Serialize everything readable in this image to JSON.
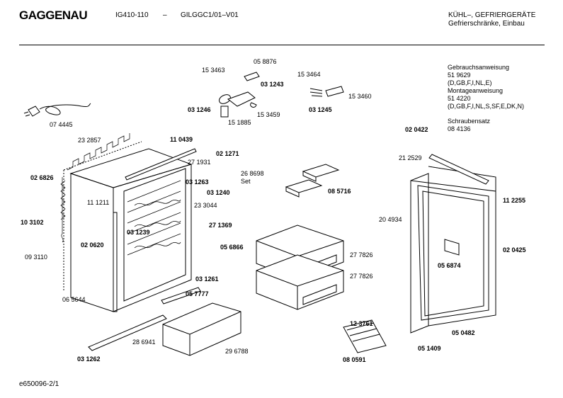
{
  "header": {
    "brand": "GAGGENAU",
    "model": "IG410-110",
    "dash": "–",
    "code": "GILGGC1/01–V01",
    "category": "KÜHL–, GEFRIERGERÄTE",
    "subcategory": "Gefrierschränke, Einbau"
  },
  "info": {
    "manual_title": "Gebrauchsanweisung",
    "manual_no": "51 9629",
    "manual_langs": "(D,GB,F,I,NL,E)",
    "install_title": "Montageanweisung",
    "install_no": "51 4220",
    "install_langs": "(D,GB,F,I,NL,S,SF,E,DK,N)",
    "screws_title": "Schraubensatz",
    "screws_no": "08 4136"
  },
  "footer": {
    "ref": "e650096-2/1"
  },
  "parts": [
    {
      "id": "p0588",
      "text": "05 8876",
      "bold": false
    },
    {
      "id": "p1534",
      "text": "15 3463",
      "bold": false
    },
    {
      "id": "p0312b",
      "text": "03 1243",
      "bold": true
    },
    {
      "id": "p0312c",
      "text": "03 1246",
      "bold": true
    },
    {
      "id": "p1518",
      "text": "15 1885",
      "bold": false
    },
    {
      "id": "p1534b",
      "text": "15 3459",
      "bold": false
    },
    {
      "id": "p1534c",
      "text": "15 3464",
      "bold": false
    },
    {
      "id": "p1534d",
      "text": "15 3460",
      "bold": false
    },
    {
      "id": "p0312e",
      "text": "03 1245",
      "bold": true
    },
    {
      "id": "p0744",
      "text": "07 4445",
      "bold": false
    },
    {
      "id": "p2328",
      "text": "23 2857",
      "bold": false
    },
    {
      "id": "p1104",
      "text": "11 0439",
      "bold": true
    },
    {
      "id": "p0212",
      "text": "02 1271",
      "bold": true
    },
    {
      "id": "p2719",
      "text": "27 1931",
      "bold": false
    },
    {
      "id": "p2686",
      "text": "26 8698",
      "bold": false
    },
    {
      "id": "pset",
      "text": "Set",
      "bold": false
    },
    {
      "id": "p0312f",
      "text": "03 1263",
      "bold": true
    },
    {
      "id": "p0312g",
      "text": "03 1240",
      "bold": true
    },
    {
      "id": "p0268",
      "text": "02 6826",
      "bold": true
    },
    {
      "id": "p1112",
      "text": "11 1211",
      "bold": false
    },
    {
      "id": "p2330",
      "text": "23 3044",
      "bold": false
    },
    {
      "id": "p0857",
      "text": "08 5716",
      "bold": true
    },
    {
      "id": "p1031",
      "text": "10 3102",
      "bold": true
    },
    {
      "id": "p0312h",
      "text": "03 1239",
      "bold": true
    },
    {
      "id": "p2713",
      "text": "27 1369",
      "bold": true
    },
    {
      "id": "p0206",
      "text": "02 0620",
      "bold": true
    },
    {
      "id": "p0568",
      "text": "05 6866",
      "bold": true
    },
    {
      "id": "p0931",
      "text": "09 3110",
      "bold": false
    },
    {
      "id": "p2778",
      "text": "27 7826",
      "bold": false
    },
    {
      "id": "p2778b",
      "text": "27 7826",
      "bold": false
    },
    {
      "id": "p0656",
      "text": "06 5644",
      "bold": false
    },
    {
      "id": "p0312i",
      "text": "03 1261",
      "bold": true
    },
    {
      "id": "p0577",
      "text": "05 7777",
      "bold": true
    },
    {
      "id": "p2869",
      "text": "28 6941",
      "bold": false
    },
    {
      "id": "p2967",
      "text": "29 6788",
      "bold": false
    },
    {
      "id": "p0312j",
      "text": "03 1262",
      "bold": true
    },
    {
      "id": "p1237",
      "text": "12 3761",
      "bold": true
    },
    {
      "id": "p0805",
      "text": "08 0591",
      "bold": true
    },
    {
      "id": "p0204a",
      "text": "02 0422",
      "bold": true
    },
    {
      "id": "p2125",
      "text": "21 2529",
      "bold": false
    },
    {
      "id": "p1122",
      "text": "11 2255",
      "bold": true
    },
    {
      "id": "p2049",
      "text": "20 4934",
      "bold": false
    },
    {
      "id": "p0204b",
      "text": "02 0425",
      "bold": true
    },
    {
      "id": "p0568b",
      "text": "05 6874",
      "bold": true
    },
    {
      "id": "p0504",
      "text": "05 0482",
      "bold": true
    },
    {
      "id": "p0514",
      "text": "05 1409",
      "bold": true
    }
  ]
}
